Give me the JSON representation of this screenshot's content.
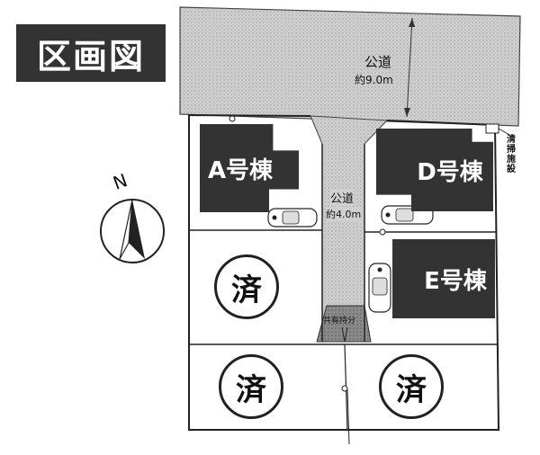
{
  "title": "区画図",
  "roads": {
    "main_name": "公道",
    "main_width": "約9.0m",
    "side_name": "公道",
    "side_width": "約4.0m"
  },
  "shared": "共有持分",
  "cleaning_facility": "清掃施設",
  "compass_label": "N",
  "lots": [
    {
      "id": "A",
      "label": "A号棟"
    },
    {
      "id": "D",
      "label": "D号棟"
    },
    {
      "id": "E",
      "label": "E号棟"
    },
    {
      "id": "sold1",
      "label": "済"
    },
    {
      "id": "sold2",
      "label": "済"
    },
    {
      "id": "sold3",
      "label": "済"
    }
  ],
  "colors": {
    "building": "#333333",
    "road": "#c8c8c8",
    "line": "#222222"
  }
}
